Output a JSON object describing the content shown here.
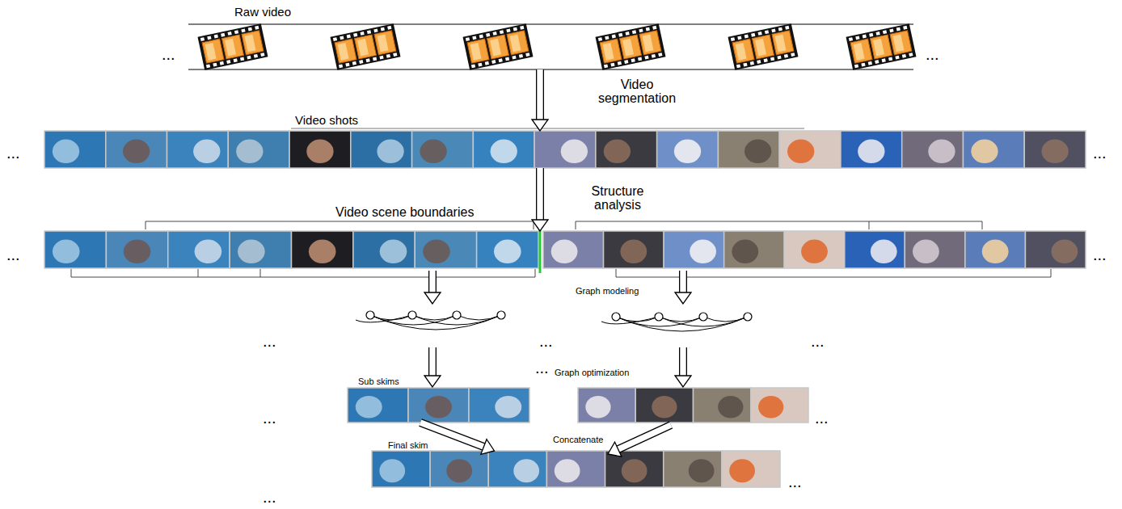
{
  "diagram": {
    "nodes": [
      {
        "text": [
          "Raw video"
        ]
      },
      {
        "text": [
          "Video shots"
        ]
      },
      {
        "text": [
          "Video scene boundaries"
        ]
      },
      {
        "text": [
          "Sub skims"
        ]
      },
      {
        "text": [
          "Final skim"
        ]
      }
    ],
    "edges": [
      {
        "from": 0,
        "to": 1,
        "arrow": "to",
        "label": "Video segmentation"
      },
      {
        "from": 1,
        "to": 2,
        "arrow": "to",
        "label": "Structure analysis"
      },
      {
        "from": 3,
        "to": 4,
        "arrow": "to"
      }
    ],
    "labels": [
      "...",
      "...",
      "...",
      "...",
      "...",
      "...",
      "Graph modeling",
      "...",
      "...",
      "...",
      "...",
      "Graph optimization",
      "...",
      "...",
      "Concatenate",
      "...",
      "..."
    ]
  }
}
